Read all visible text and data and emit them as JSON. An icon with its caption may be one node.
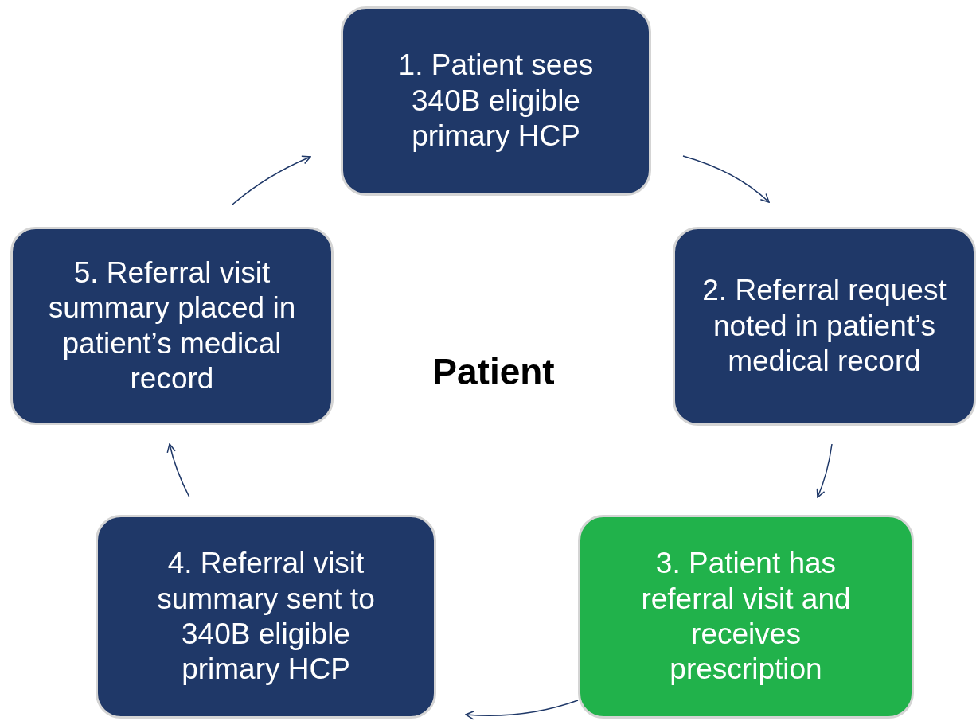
{
  "diagram": {
    "nodes": [
      {
        "text": [
          "1. Patient sees 340B eligible primary HCP"
        ]
      },
      {
        "text": [
          "2. Referral request noted in patient’s medical record"
        ]
      },
      {
        "text": [
          "3. Patient has referral visit and receives prescription"
        ]
      },
      {
        "text": [
          "4. Referral visit summary sent to 340B eligible primary HCP"
        ]
      },
      {
        "text": [
          "5. Referral visit summary placed in patient’s medical record"
        ]
      }
    ],
    "edges": [
      {
        "from": 0,
        "to": 1,
        "arrow": "to"
      },
      {
        "from": 1,
        "to": 2,
        "arrow": "to"
      },
      {
        "from": 2,
        "to": 3,
        "arrow": "to"
      },
      {
        "from": 3,
        "to": 4,
        "arrow": "to"
      },
      {
        "from": 4,
        "to": 0,
        "arrow": "to"
      }
    ],
    "labels": [
      "Patient"
    ]
  }
}
